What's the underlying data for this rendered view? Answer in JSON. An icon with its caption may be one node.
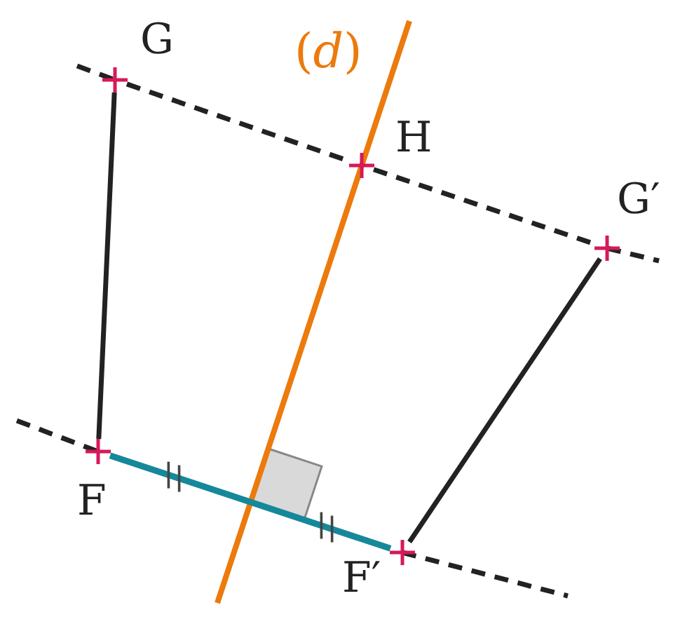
{
  "diagram": {
    "nodes": [
      {
        "text": [
          "G"
        ]
      },
      {
        "text": [
          "H"
        ]
      },
      {
        "text": [
          "G′"
        ]
      },
      {
        "text": [
          "F"
        ]
      },
      {
        "text": [
          "F′"
        ]
      }
    ],
    "edges": [
      {
        "from": 0,
        "to": 3,
        "arrow": "none"
      },
      {
        "from": 0,
        "to": 1,
        "arrow": "none",
        "style": "dashed"
      },
      {
        "from": 1,
        "to": 2,
        "arrow": "none",
        "style": "dashed"
      },
      {
        "from": 4,
        "to": 2,
        "arrow": "none"
      },
      {
        "from": 3,
        "to": 4,
        "arrow": "none",
        "color": "#15889a"
      }
    ],
    "labels": [
      "(*d*)"
    ]
  }
}
